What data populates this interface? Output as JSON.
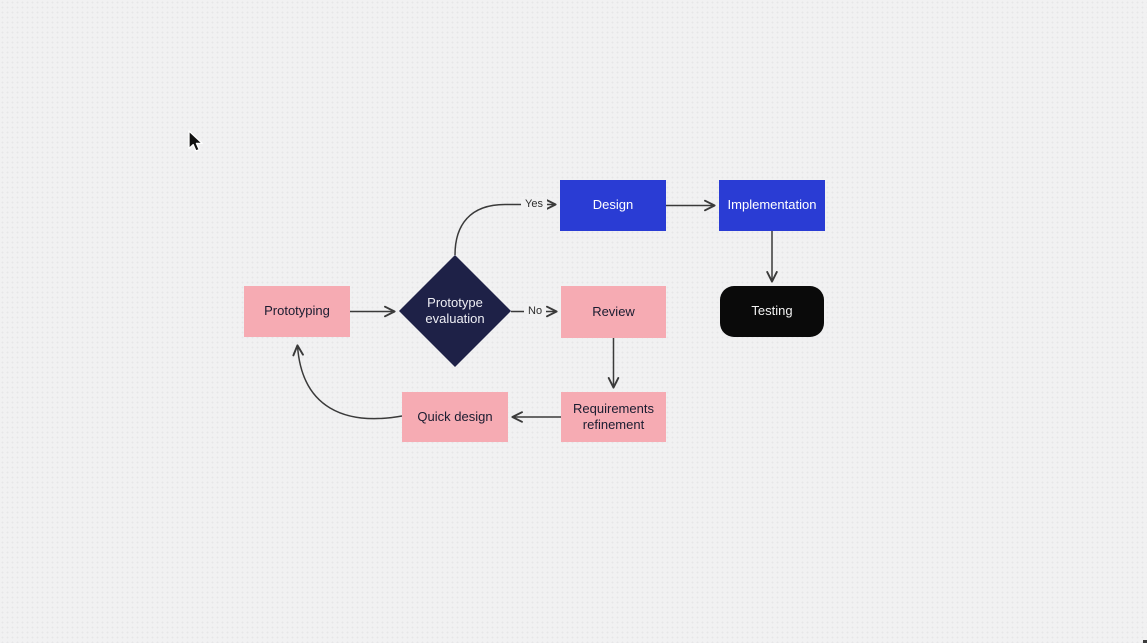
{
  "app": {
    "description": "Flowchart canvas showing a software prototyping model"
  },
  "colors": {
    "canvas_bg": "#f1f1f2",
    "node_pink": "#f6abb3",
    "node_blue": "#2a3cd4",
    "node_navy": "#1e2147",
    "node_black": "#0a0a0a",
    "edge_stroke": "#3a3a3a",
    "text_on_pink": "#1a1c30",
    "text_on_dark": "#ffffff"
  },
  "diagram": {
    "nodes": [
      {
        "id": "prototyping",
        "label": "Prototyping",
        "shape": "rectangle",
        "fill": "pink"
      },
      {
        "id": "prototype-evaluation",
        "label": "Prototype evaluation",
        "shape": "diamond",
        "fill": "navy"
      },
      {
        "id": "design",
        "label": "Design",
        "shape": "rectangle",
        "fill": "blue"
      },
      {
        "id": "implementation",
        "label": "Implementation",
        "shape": "rectangle",
        "fill": "blue"
      },
      {
        "id": "testing",
        "label": "Testing",
        "shape": "rounded-rectangle",
        "fill": "black"
      },
      {
        "id": "review",
        "label": "Review",
        "shape": "rectangle",
        "fill": "pink"
      },
      {
        "id": "requirements-refinement",
        "label": "Requirements refinement",
        "shape": "rectangle",
        "fill": "pink"
      },
      {
        "id": "quick-design",
        "label": "Quick design",
        "shape": "rectangle",
        "fill": "pink"
      }
    ],
    "edges": [
      {
        "from": "prototyping",
        "to": "prototype-evaluation",
        "label": ""
      },
      {
        "from": "prototype-evaluation",
        "to": "design",
        "label": "Yes"
      },
      {
        "from": "design",
        "to": "implementation",
        "label": ""
      },
      {
        "from": "implementation",
        "to": "testing",
        "label": ""
      },
      {
        "from": "prototype-evaluation",
        "to": "review",
        "label": "No"
      },
      {
        "from": "review",
        "to": "requirements-refinement",
        "label": ""
      },
      {
        "from": "requirements-refinement",
        "to": "quick-design",
        "label": ""
      },
      {
        "from": "quick-design",
        "to": "prototyping",
        "label": ""
      }
    ]
  }
}
